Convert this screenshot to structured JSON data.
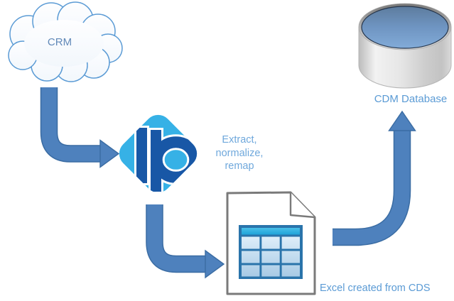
{
  "diagram": {
    "crm": {
      "label": "CRM"
    },
    "processor": {
      "logo_text": "IP",
      "note_line1": "Extract,",
      "note_line2": "normalize,",
      "note_line3": "remap"
    },
    "excel": {
      "label": "Excel created from CDS"
    },
    "database": {
      "label": "CDM Database"
    },
    "colors": {
      "arrow_fill": "#4e81bd",
      "arrow_outline": "#3a6ca3",
      "label_blue": "#5b9bd5",
      "note_blue": "#6fa8dc",
      "cloud_stroke": "#5b9bd5",
      "logo_diamond": "#36b1e6",
      "logo_letters": "#1857a6",
      "excel_header_bar": "#29ade0",
      "excel_grid_border": "#2a74ab",
      "page_border": "#7a7a7a",
      "db_top_blue_dark": "#5d7c9e",
      "db_top_blue_light": "#82abd8"
    }
  }
}
